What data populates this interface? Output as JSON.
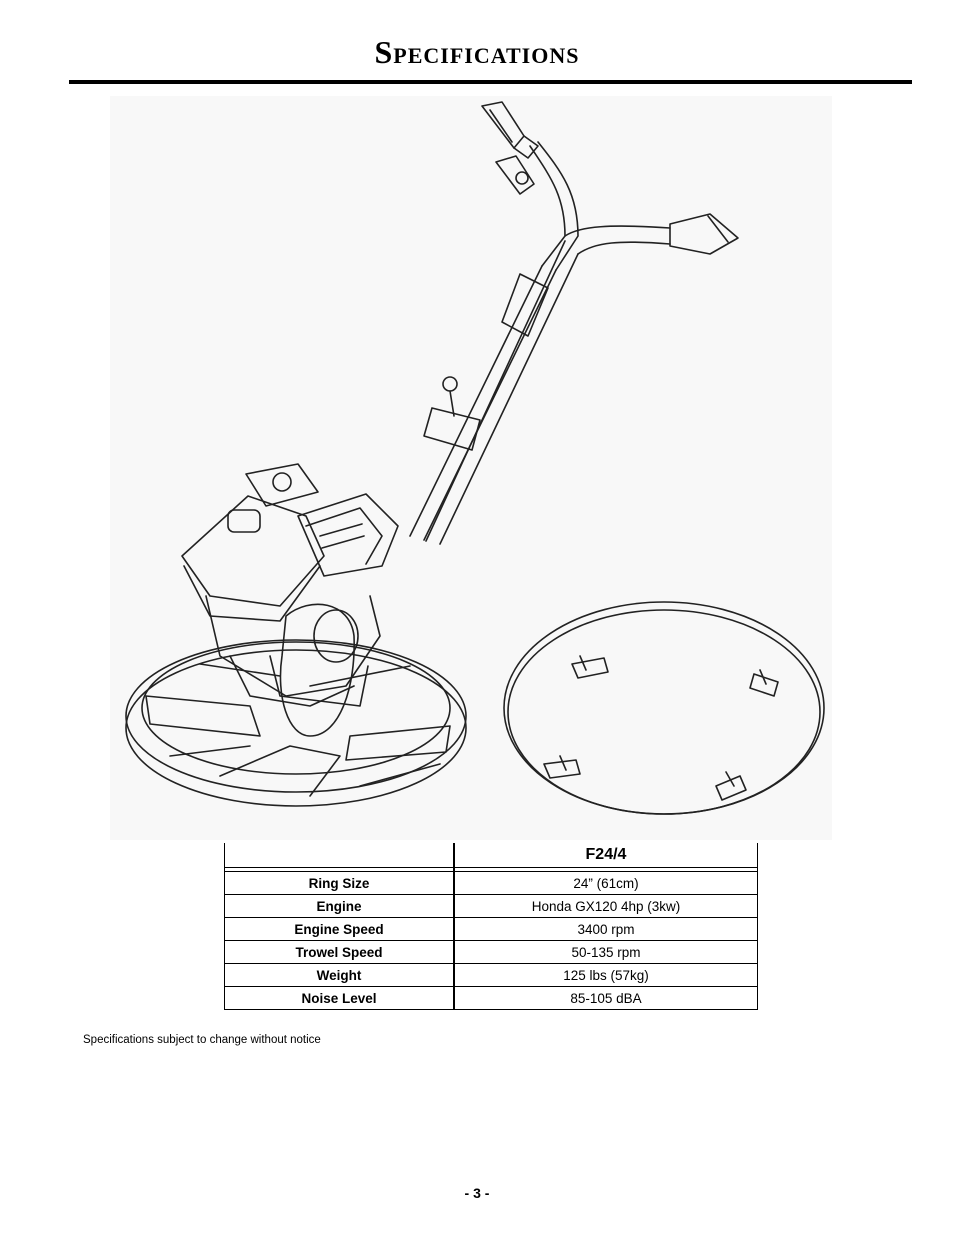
{
  "page": {
    "title": "Specifications",
    "note": "Specifications subject to change without notice",
    "page_number": "- 3 -"
  },
  "spec_table": {
    "model": "F24/4",
    "rows": [
      {
        "label": "Ring Size",
        "value": "24” (61cm)"
      },
      {
        "label": "Engine",
        "value": "Honda GX120 4hp (3kw)"
      },
      {
        "label": "Engine Speed",
        "value": "3400 rpm"
      },
      {
        "label": "Trowel Speed",
        "value": "50-135 rpm"
      },
      {
        "label": "Weight",
        "value": "125 lbs (57kg)"
      },
      {
        "label": "Noise Level",
        "value": "85-105 dBA"
      }
    ]
  }
}
